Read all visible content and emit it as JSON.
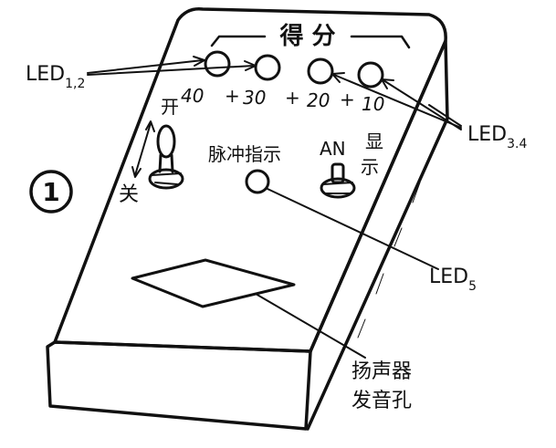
{
  "figure_number": "①",
  "score_title": "得 分",
  "led_labels": {
    "led12_main": "LED",
    "led12_sub": "1,2",
    "led34_main": "LED",
    "led34_sub": "3.4",
    "led5_main": "LED",
    "led5_sub": "5"
  },
  "score_values": [
    "40",
    "+",
    "30",
    "+",
    "20",
    "+",
    "10"
  ],
  "switch_labels": {
    "on": "开",
    "off": "关"
  },
  "pulse_indicator": "脉冲指示",
  "an_label": "AN",
  "display_label": [
    "显",
    "示"
  ],
  "speaker_label": [
    "扬声器",
    "发音孔"
  ]
}
